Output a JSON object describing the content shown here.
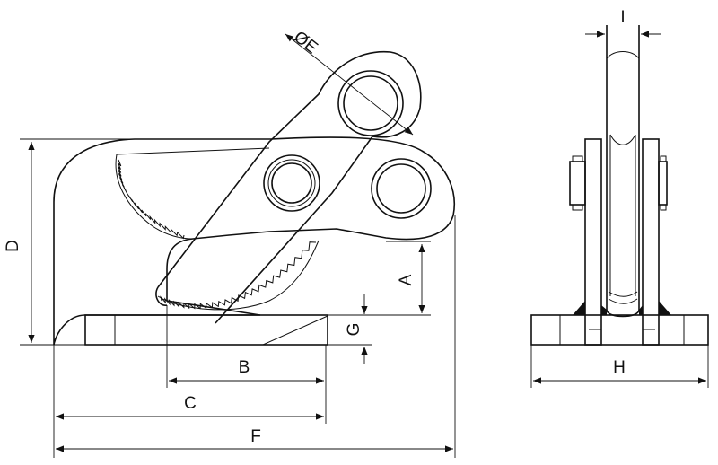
{
  "labels": {
    "a": "A",
    "b": "B",
    "c": "C",
    "d": "D",
    "e": "ØE",
    "f": "F",
    "g": "G",
    "h": "H",
    "i": "I"
  }
}
